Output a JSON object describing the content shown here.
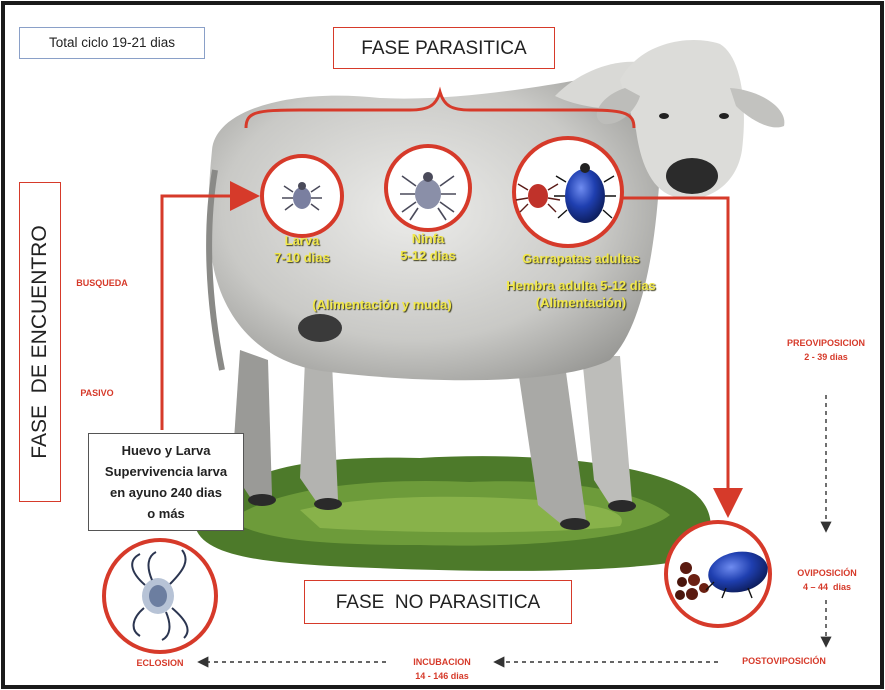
{
  "total_cycle": "Total ciclo 19-21 dias",
  "phase_parasitic": "FASE PARASITICA",
  "phase_non_parasitic": "FASE  NO PARASITICA",
  "phase_encounter": "FASE  DE ENCUENTRO",
  "encounter_labels": {
    "search": "BUSQUEDA",
    "passive": "PASIVO"
  },
  "parasitic_stages": {
    "larva": {
      "name": "Larva",
      "days": "7-10 dias"
    },
    "nymph": {
      "name": "Ninfa",
      "days": "5-12 dias"
    },
    "feeding_molt": "(Alimentación y muda)",
    "adults": {
      "name": "Garrapatas adultas",
      "female": "Hembra adulta 5-12 dias",
      "feeding": "(Alimentación)"
    }
  },
  "egg_larva_box": [
    "Huevo y Larva",
    "Supervivencia larva",
    "en ayuno 240 dias",
    "o más"
  ],
  "preoviposition": {
    "label": "PREOVIPOSICION",
    "days": "2 - 39 dias"
  },
  "oviposition": {
    "label": "OVIPOSICIÓN",
    "days": "4 – 44  dias"
  },
  "postoviposition": {
    "label": "POSTOVIPOSICIÓN"
  },
  "incubation": {
    "label": "INCUBACION",
    "days": "14 - 146 dias"
  },
  "hatching": {
    "label": "ECLOSION"
  },
  "colors": {
    "accent_red": "#d63a2a",
    "label_yellow": "#f2e84a",
    "tick_blue": "#1f3fb0"
  },
  "icons": [
    "cow-illustration",
    "larva-tick-icon",
    "nymph-tick-icon",
    "adult-ticks-icon",
    "egg-laying-tick-icon",
    "hatching-larva-icon"
  ]
}
